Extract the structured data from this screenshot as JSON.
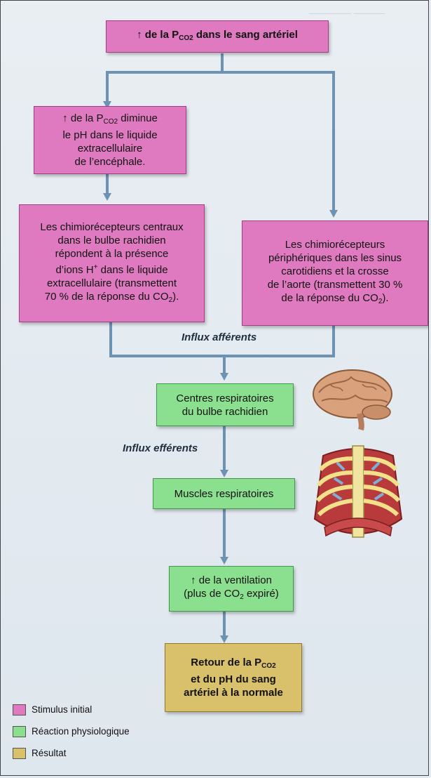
{
  "diagram": {
    "boxes": {
      "stimulus": {
        "prefix": "↑",
        "text_before": "de la P",
        "sub": "CO2",
        "text_after": " dans le sang artériel"
      },
      "ph": {
        "prefix": "↑",
        "line1_before": "de la P",
        "line1_sub": "CO2",
        "line1_after": " diminue",
        "line2": "le pH dans le liquide",
        "line3": "extracellulaire",
        "line4": "de l’encéphale."
      },
      "central": {
        "line1": "Les chimiorécepteurs centraux",
        "line2": "dans le bulbe rachidien",
        "line3": "répondent à la présence",
        "line4_before": "d’ions H",
        "line4_sup": "+",
        "line4_after": " dans le liquide",
        "line5": "extracellulaire (transmettent",
        "line6_before": "70 % de la réponse du CO",
        "line6_sub": "2",
        "line6_after": ")."
      },
      "peripheral": {
        "line1": "Les chimiorécepteurs",
        "line2": "périphériques dans les sinus",
        "line3": "carotidiens et la crosse",
        "line4": "de l’aorte (transmettent 30 %",
        "line5_before": "de la réponse du CO",
        "line5_sub": "2",
        "line5_after": ")."
      },
      "centers": {
        "line1": "Centres respiratoires",
        "line2": "du bulbe rachidien"
      },
      "muscles": {
        "line1": "Muscles respiratoires"
      },
      "ventilation": {
        "prefix": "↑",
        "line1": "de la ventilation",
        "line2_before": "(plus de CO",
        "line2_sub": "2",
        "line2_after": " expiré)"
      },
      "result": {
        "line1_before": "Retour de la P",
        "line1_sub": "CO2",
        "line2": "et du pH du sang",
        "line3": "artériel à la normale"
      }
    },
    "labels": {
      "afferent": "Influx afférents",
      "efferent": "Influx efférents"
    },
    "legend": [
      {
        "label": "Stimulus initial",
        "color": "#e07ac0"
      },
      {
        "label": "Réaction physiologique",
        "color": "#8ae08f"
      },
      {
        "label": "Résultat",
        "color": "#d9c06a"
      }
    ],
    "illustrations": {
      "brain": "brain-illustration",
      "ribcage": "ribcage-illustration"
    }
  }
}
